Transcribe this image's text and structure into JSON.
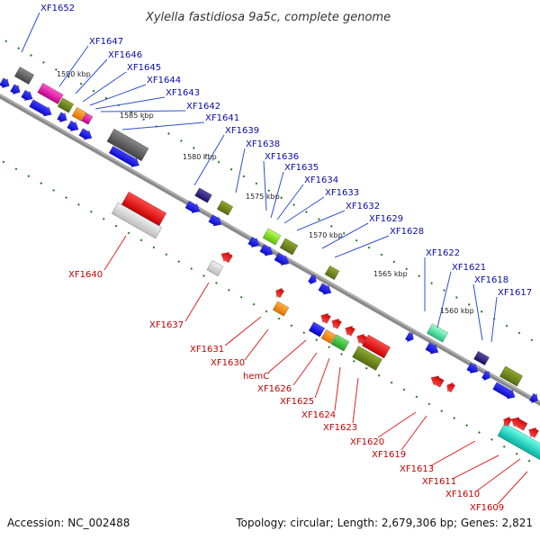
{
  "title": "Xylella fastidiosa 9a5c, complete genome",
  "accession": "Accession: NC_002488",
  "topology": "Topology: circular; Length: 2,679,306 bp; Genes: 2,821",
  "kbp_marks": [
    "1590 kbp",
    "1585 kbp",
    "1580 kbp",
    "1575 kbp",
    "1570 kbp",
    "1565 kbp",
    "1560 kbp"
  ],
  "labels_top": [
    "XF1652",
    "XF1647",
    "XF1646",
    "XF1645",
    "XF1644",
    "XF1643",
    "XF1642",
    "XF1641",
    "XF1639",
    "XF1638",
    "XF1636",
    "XF1635",
    "XF1634",
    "XF1633",
    "XF1632",
    "XF1629",
    "XF1628",
    "XF1622",
    "XF1621",
    "XF1618",
    "XF1617"
  ],
  "labels_bottom": [
    "XF1640",
    "XF1637",
    "XF1631",
    "XF1630",
    "hemC",
    "XF1626",
    "XF1625",
    "XF1624",
    "XF1623",
    "XF1620",
    "XF1619",
    "XF1613",
    "XF1611",
    "XF1610",
    "XF1609"
  ],
  "colors": {
    "backbone": "#8a8a8a",
    "tick": "#1e7a1e",
    "forward": "#0a0af0",
    "reverse": "#ee0000",
    "label_top": "#0a0aa8",
    "label_bottom": "#c00000",
    "leader_top": "#3050d0",
    "leader_bottom": "#dd2222"
  }
}
